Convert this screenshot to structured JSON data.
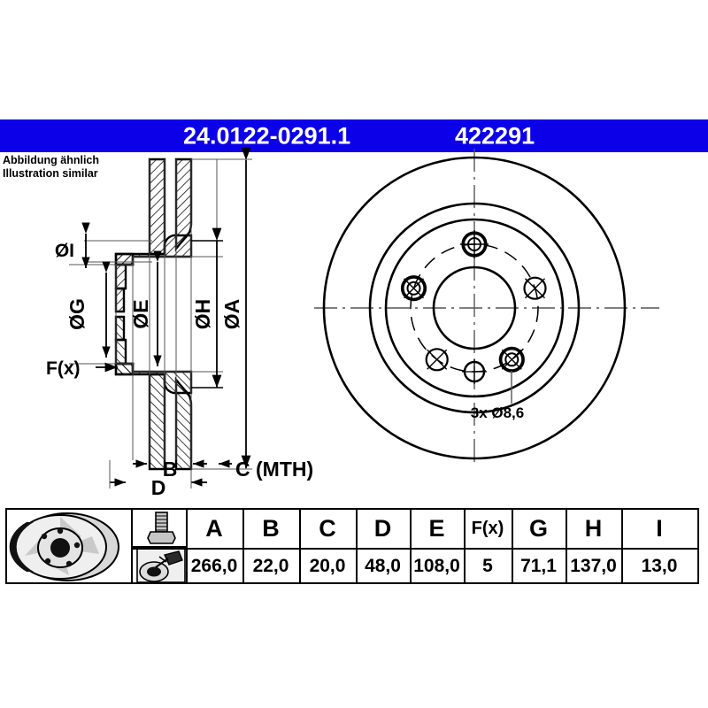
{
  "banner": {
    "part_number": "24.0122-0291.1",
    "reference_number": "422291",
    "background_color": "#0c00e8",
    "text_color": "#ffffff"
  },
  "note": {
    "line_de": "Abbildung ähnlich",
    "line_en": "Illustration similar"
  },
  "drawing": {
    "section_view": {
      "labels": [
        {
          "name": "dia-I",
          "text": "ØI"
        },
        {
          "name": "dia-G",
          "text": "ØG"
        },
        {
          "name": "dia-E",
          "text": "ØE"
        },
        {
          "name": "dia-H",
          "text": "ØH"
        },
        {
          "name": "dia-A",
          "text": "ØA"
        },
        {
          "name": "f-x",
          "text": "F(x)"
        },
        {
          "name": "dim-B",
          "text": "B"
        },
        {
          "name": "dim-C",
          "text": "C (MTH)"
        },
        {
          "name": "dim-D",
          "text": "D"
        }
      ]
    },
    "face_view": {
      "hole_callout": "3x Ø8,6"
    }
  },
  "spec_table": {
    "icons": [
      "brake-disc-icon",
      "wheel-bolt-icon",
      "measuring-tool-icon"
    ],
    "headers": [
      "A",
      "B",
      "C",
      "D",
      "E",
      "F(x)",
      "G",
      "H",
      "I"
    ],
    "values": [
      "266,0",
      "22,0",
      "20,0",
      "48,0",
      "108,0",
      "5",
      "71,1",
      "137,0",
      "13,0"
    ]
  }
}
